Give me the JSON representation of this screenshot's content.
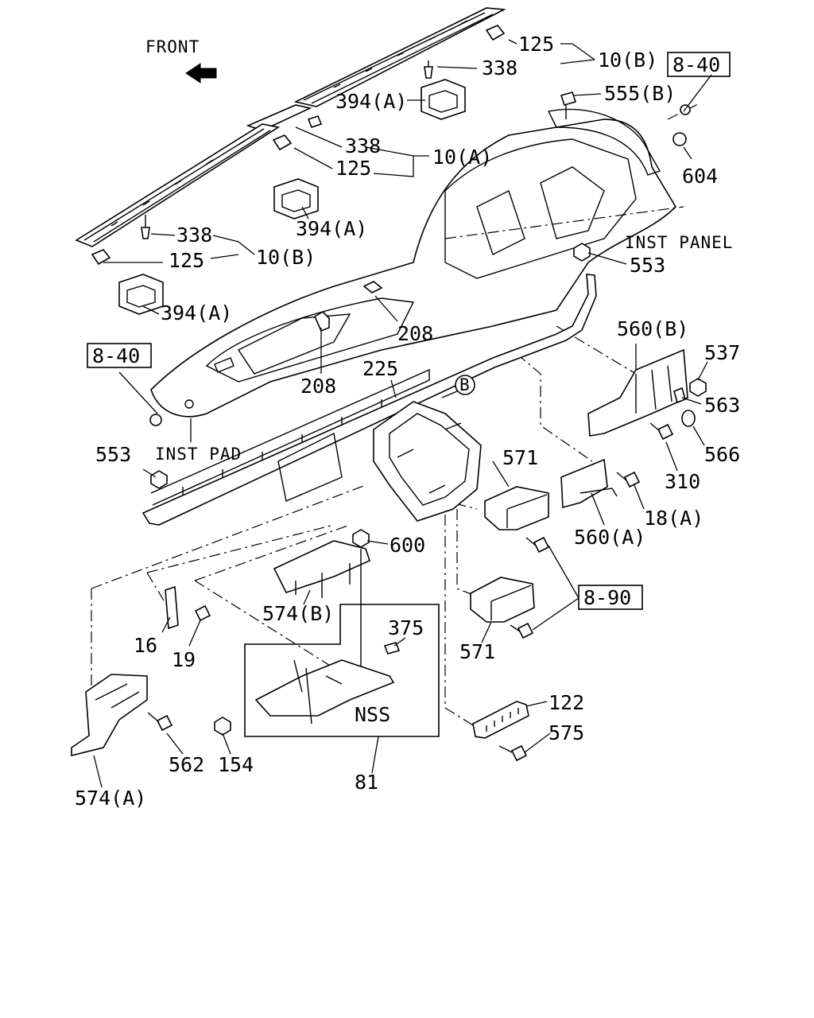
{
  "labels": {
    "front": "FRONT",
    "inst_panel": "INST PANEL",
    "inst_pad": "INST PAD",
    "nss": "NSS",
    "circle_b": "B",
    "ref_8_40_top": "8-40",
    "ref_8_40_left": "8-40",
    "ref_8_90": "8-90"
  },
  "callouts": {
    "c125_top": "125",
    "c338_top": "338",
    "c10b_top": "10(B)",
    "c394a_top": "394(A)",
    "c555b": "555(B)",
    "c338_mid": "338",
    "c10a": "10(A)",
    "c125_mid": "125",
    "c394a_mid": "394(A)",
    "c604": "604",
    "c338_low": "338",
    "c125_low": "125",
    "c10b_low": "10(B)",
    "c553_right": "553",
    "c394a_low": "394(A)",
    "c208_right": "208",
    "c560b": "560(B)",
    "c537": "537",
    "c208_left": "208",
    "c225": "225",
    "c563": "563",
    "c553_left": "553",
    "c571_top": "571",
    "c566": "566",
    "c310": "310",
    "c18a": "18(A)",
    "c600": "600",
    "c560a": "560(A)",
    "c574b": "574(B)",
    "c375": "375",
    "c16": "16",
    "c19": "19",
    "c571_bot": "571",
    "c122": "122",
    "c575": "575",
    "c562": "562",
    "c154": "154",
    "c81": "81",
    "c574a": "574(A)"
  }
}
